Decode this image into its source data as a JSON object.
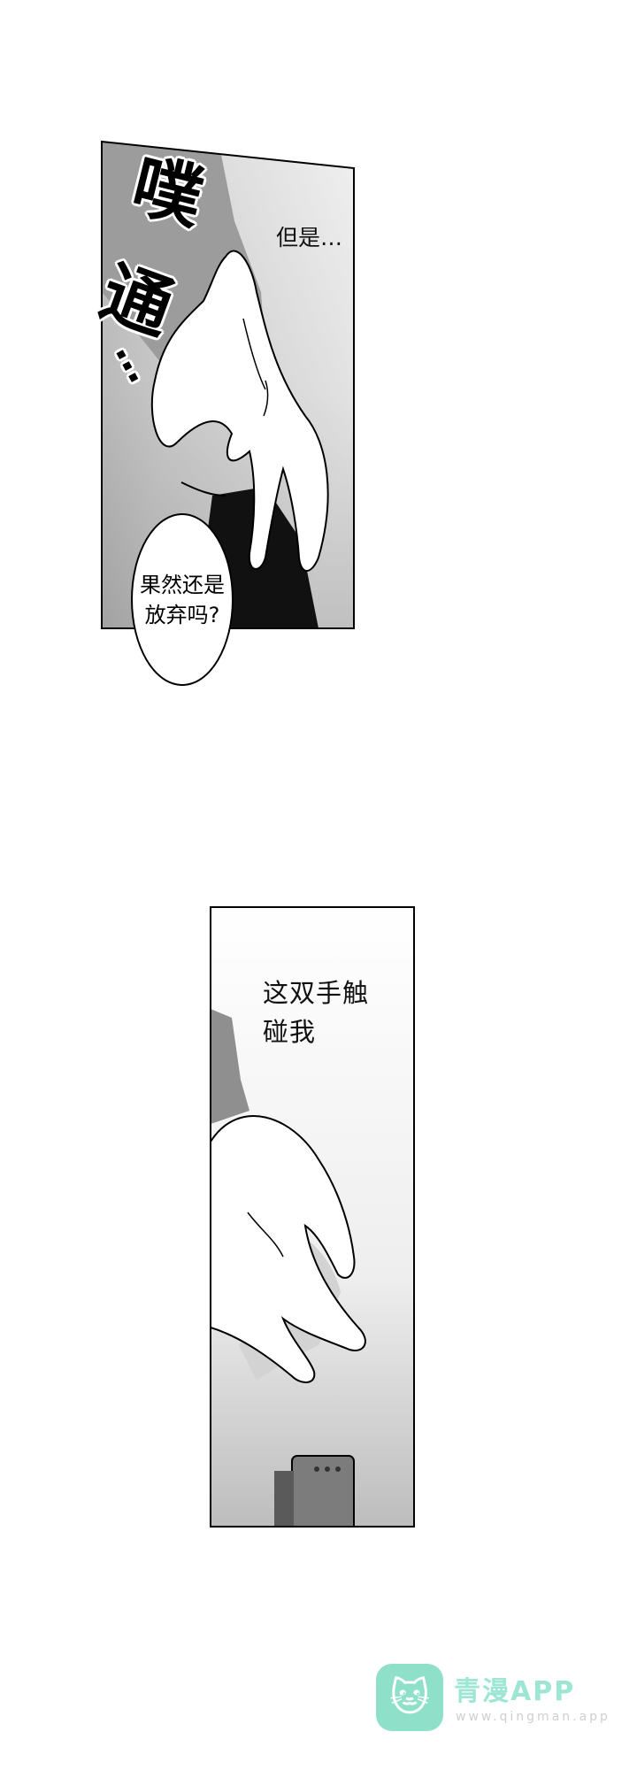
{
  "sfx": {
    "line1": "噗",
    "line2": "通",
    "dots": "…"
  },
  "panel1": {
    "caption": "但是…",
    "bubble": "果然还是放弃吗?"
  },
  "panel2": {
    "caption": "这双手触碰我"
  },
  "watermark": {
    "name": "青漫APP",
    "url": "www.qingman.app",
    "logo_icon": "cat-face-icon"
  },
  "colors": {
    "ink": "#000000",
    "paper": "#ffffff",
    "watermark": "#9ee6d4"
  }
}
